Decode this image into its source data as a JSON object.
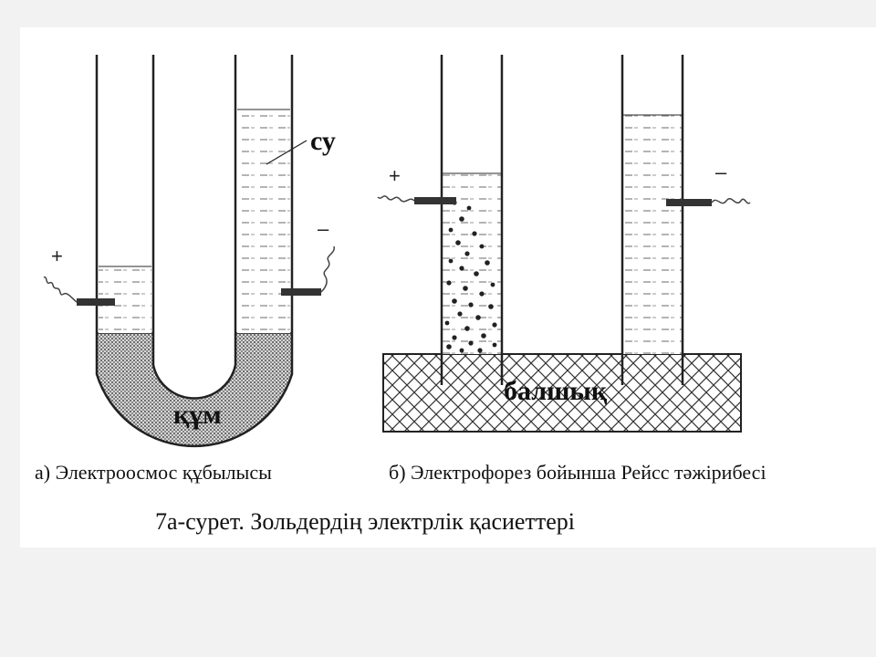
{
  "diagram": {
    "left_experiment": {
      "plus_sign": "+",
      "minus_sign": "–",
      "water_label": "су",
      "sand_label": "құм",
      "caption": "а) Электроосмос құбылысы"
    },
    "right_experiment": {
      "plus_sign": "+",
      "minus_sign": "–",
      "clay_label": "балшық",
      "caption": "б) Электрофорез бойынша Рейсс тәжірибесі"
    },
    "figure_caption": "7а-сурет. Зольдердің электрлік қасиеттері"
  }
}
